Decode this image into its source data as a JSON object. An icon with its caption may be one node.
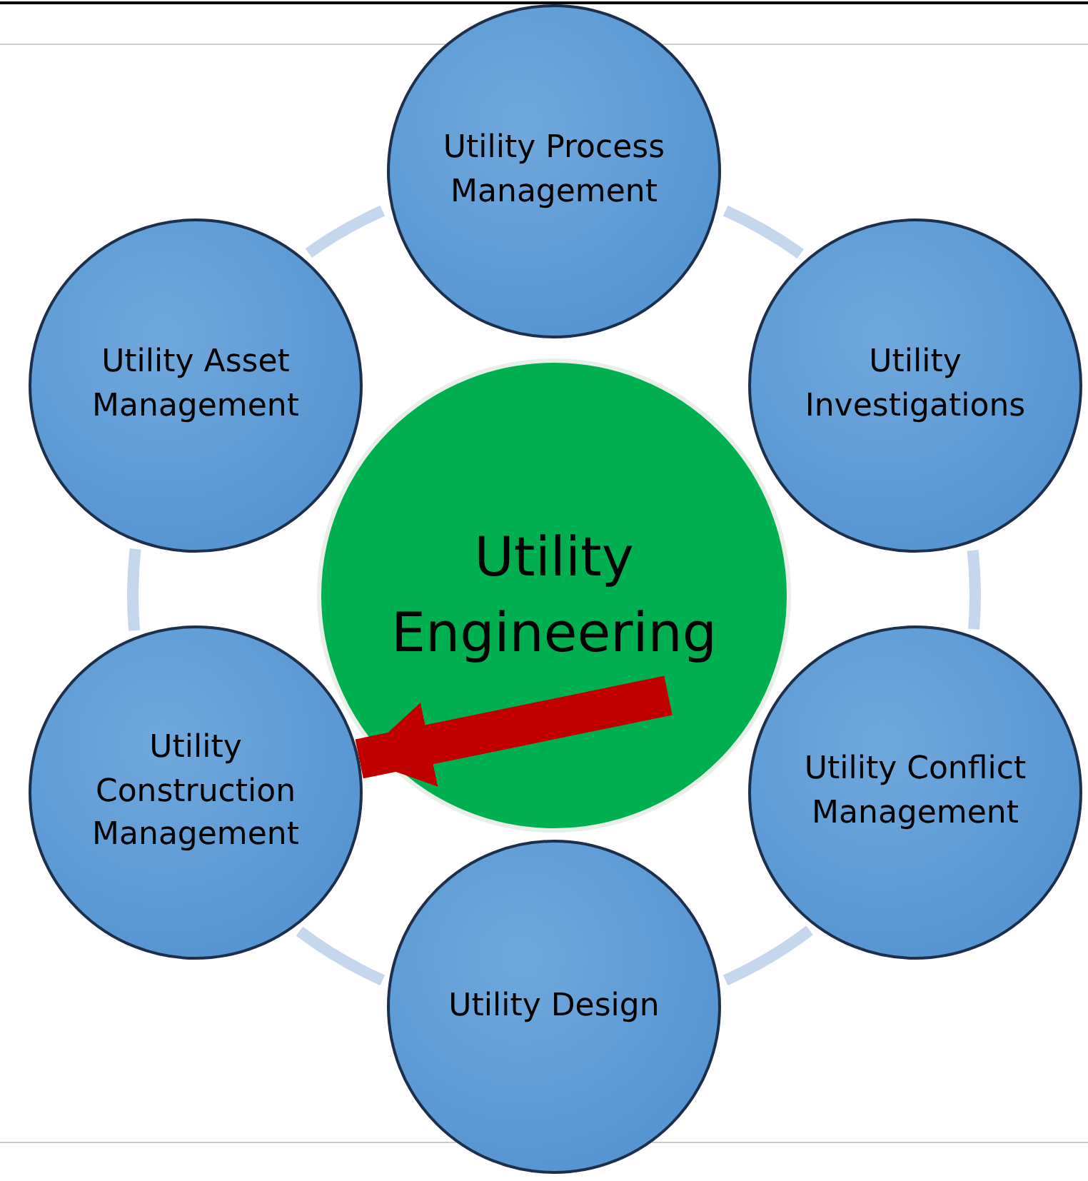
{
  "diagram": {
    "nodes": [
      {
        "text": [
          "Utility Engineering"
        ]
      },
      {
        "text": [
          "Utility Process Management"
        ]
      },
      {
        "text": [
          "Utility Investigations"
        ]
      },
      {
        "text": [
          "Utility Conflict Management"
        ]
      },
      {
        "text": [
          "Utility Design"
        ]
      },
      {
        "text": [
          "Utility Construction Management"
        ]
      },
      {
        "text": [
          "Utility Asset Management"
        ]
      }
    ],
    "edges": [
      {
        "from": 1,
        "to": 2,
        "arrow": "none"
      },
      {
        "from": 2,
        "to": 3,
        "arrow": "none"
      },
      {
        "from": 3,
        "to": 4,
        "arrow": "none"
      },
      {
        "from": 4,
        "to": 5,
        "arrow": "none"
      },
      {
        "from": 5,
        "to": 6,
        "arrow": "none"
      },
      {
        "from": 6,
        "to": 1,
        "arrow": "none"
      },
      {
        "from": 0,
        "to": 5,
        "arrow": "to",
        "style": "thick",
        "color": "#c00000"
      }
    ]
  }
}
